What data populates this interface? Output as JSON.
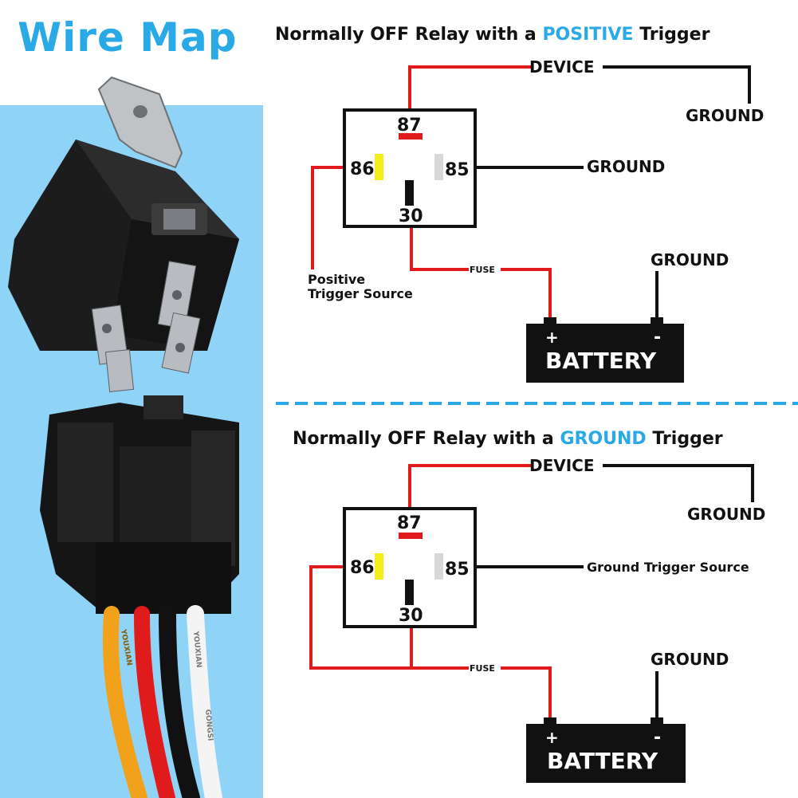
{
  "header": {
    "title": "Wire Map"
  },
  "diagrams": [
    {
      "title_prefix": "Normally OFF Relay with a ",
      "title_accent": "POSITIVE",
      "title_suffix": " Trigger",
      "pins": {
        "p87": "87",
        "p86": "86",
        "p85": "85",
        "p30": "30"
      },
      "device_label": "DEVICE",
      "device_ground_label": "GROUND",
      "pin85_label": "GROUND",
      "trigger_label_line1": "Positive",
      "trigger_label_line2": "Trigger Source",
      "fuse_label": "FUSE",
      "battery_label": "BATTERY",
      "battery_plus": "+",
      "battery_minus": "-",
      "battery_ground_label": "GROUND"
    },
    {
      "title_prefix": "Normally OFF Relay with a ",
      "title_accent": "GROUND",
      "title_suffix": " Trigger",
      "pins": {
        "p87": "87",
        "p86": "86",
        "p85": "85",
        "p30": "30"
      },
      "device_label": "DEVICE",
      "device_ground_label": "GROUND",
      "pin85_label": "Ground Trigger Source",
      "fuse_label": "FUSE",
      "battery_label": "BATTERY",
      "battery_plus": "+",
      "battery_minus": "-",
      "battery_ground_label": "GROUND"
    }
  ],
  "photo_wire_prints": [
    "YOUXIAN",
    "YOUXIAN",
    "GONGSI"
  ],
  "colors": {
    "accent_blue": "#29a9e6",
    "wire_red": "#e01b1b",
    "wire_black": "#111111",
    "pin87_red": "#e01b1b",
    "pin86_yellow": "#f2ef1a",
    "pin85_gray": "#d8d8d8",
    "photo_background": "#8fd3f7",
    "divider_blue": "#29a9e6"
  }
}
